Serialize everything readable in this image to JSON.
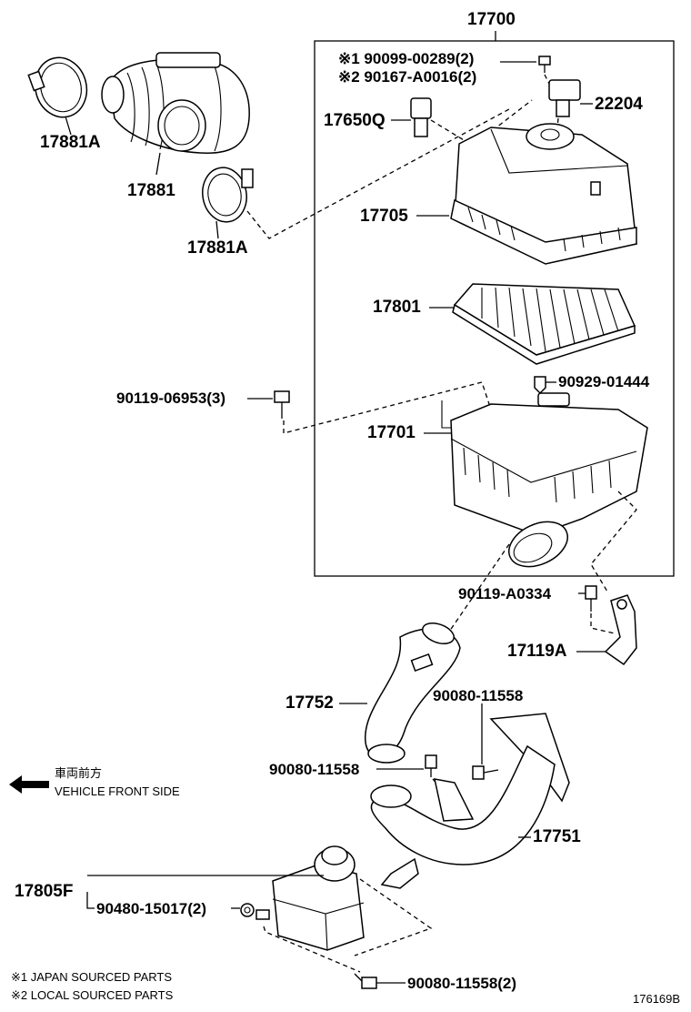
{
  "labels": {
    "p17700": "17700",
    "n1": "※1 90099-00289(2)",
    "n2": "※2 90167-A0016(2)",
    "p22204": "22204",
    "p17650q": "17650Q",
    "p17705": "17705",
    "p17801": "17801",
    "p90929": "90929-01444",
    "p90119_3": "90119-06953(3)",
    "p17701": "17701",
    "p90119a": "90119-A0334",
    "p17119a": "17119A",
    "p17881a_1": "17881A",
    "p17881": "17881",
    "p17881a_2": "17881A",
    "p17752": "17752",
    "p90080_a": "90080-11558",
    "p90080_b": "90080-11558",
    "p17751": "17751",
    "p17805f": "17805F",
    "p90480": "90480-15017(2)",
    "p90080_2": "90080-11558(2)"
  },
  "direction": {
    "jp": "車両前方",
    "en": "VEHICLE FRONT SIDE",
    "icon": "arrow-left-icon"
  },
  "footnotes": {
    "f1": "※1 JAPAN SOURCED PARTS",
    "f2": "※2 LOCAL SOURCED PARTS"
  },
  "figure_id": "176169B"
}
